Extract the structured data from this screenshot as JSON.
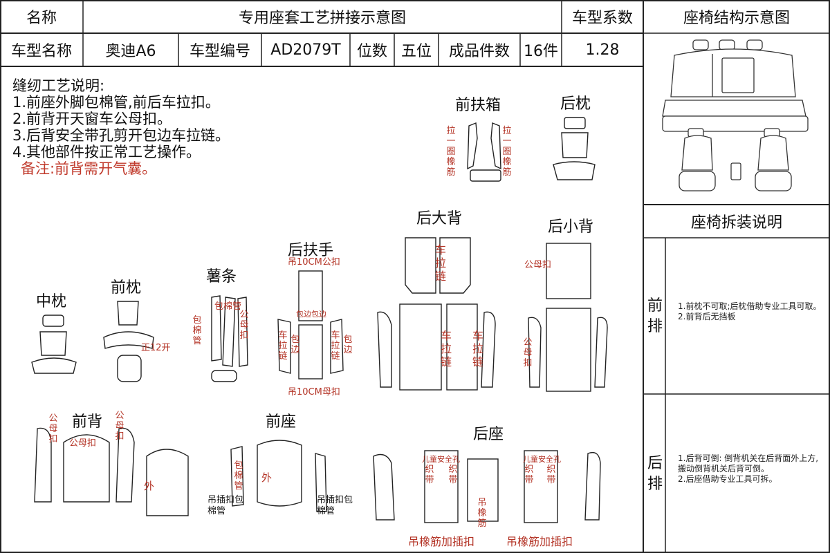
{
  "header": {
    "name_label": "名称",
    "title": "专用座套工艺拼接示意图",
    "coef_label": "车型系数",
    "struct_title": "座椅结构示意图",
    "model_name_label": "车型名称",
    "model_name": "奥迪A6",
    "model_no_label": "车型编号",
    "model_no": "AD2079T",
    "seats_label": "位数",
    "seats": "五位",
    "pieces_label": "成品件数",
    "pieces": "16件",
    "coef": "1.28"
  },
  "notes": {
    "title": "缝纫工艺说明:",
    "items": [
      "1.前座外脚包棉管,前后车拉扣。",
      "2.前背开天窗车公母扣。",
      "3.后背安全带孔剪开包边车拉链。",
      "4.其他部件按正常工艺操作。"
    ],
    "remark": "备注:前背需开气囊。"
  },
  "sections": {
    "front_box": "前扶箱",
    "rear_pillow": "后枕",
    "rear_big_back": "后大背",
    "rear_small_back": "后小背",
    "rear_armrest": "后扶手",
    "strip": "薯条",
    "front_pillow": "前枕",
    "middle_pillow": "中枕",
    "front_back": "前背",
    "front_seat": "前座",
    "rear_seat": "后座"
  },
  "labels": {
    "pull_rope": "拉一圈橡筋",
    "zipper": "车拉链",
    "snap": "公母扣",
    "snap_v": "公母扣",
    "hook10_top": "吊10CM公扣",
    "hook10_bot": "吊10CM母扣",
    "edge_v": "包边",
    "edge_top": "包边包边",
    "front2": "正12开",
    "tube": "包棉管",
    "tube_v": "包棉管",
    "outer": "外",
    "hook_tube": "吊插扣包棉管",
    "hook_tube2": "吊插扣包棉管",
    "child_belt": "儿童安全孔",
    "belt_v": "织带",
    "hook_rubber": "吊橡筋",
    "hook_rubber_add": "吊橡筋加插扣"
  },
  "assembly": {
    "title": "座椅拆装说明",
    "front_row": "前排",
    "front_text": "1.前枕不可取;后枕借助专业工具可取。\n2.前背后无挡板",
    "rear_row": "后排",
    "rear_text": "1.后背可倒: 倒背机关在后背面外上方, 搬动倒背机关后背可倒。\n2.后座借助专业工具可拆。"
  }
}
